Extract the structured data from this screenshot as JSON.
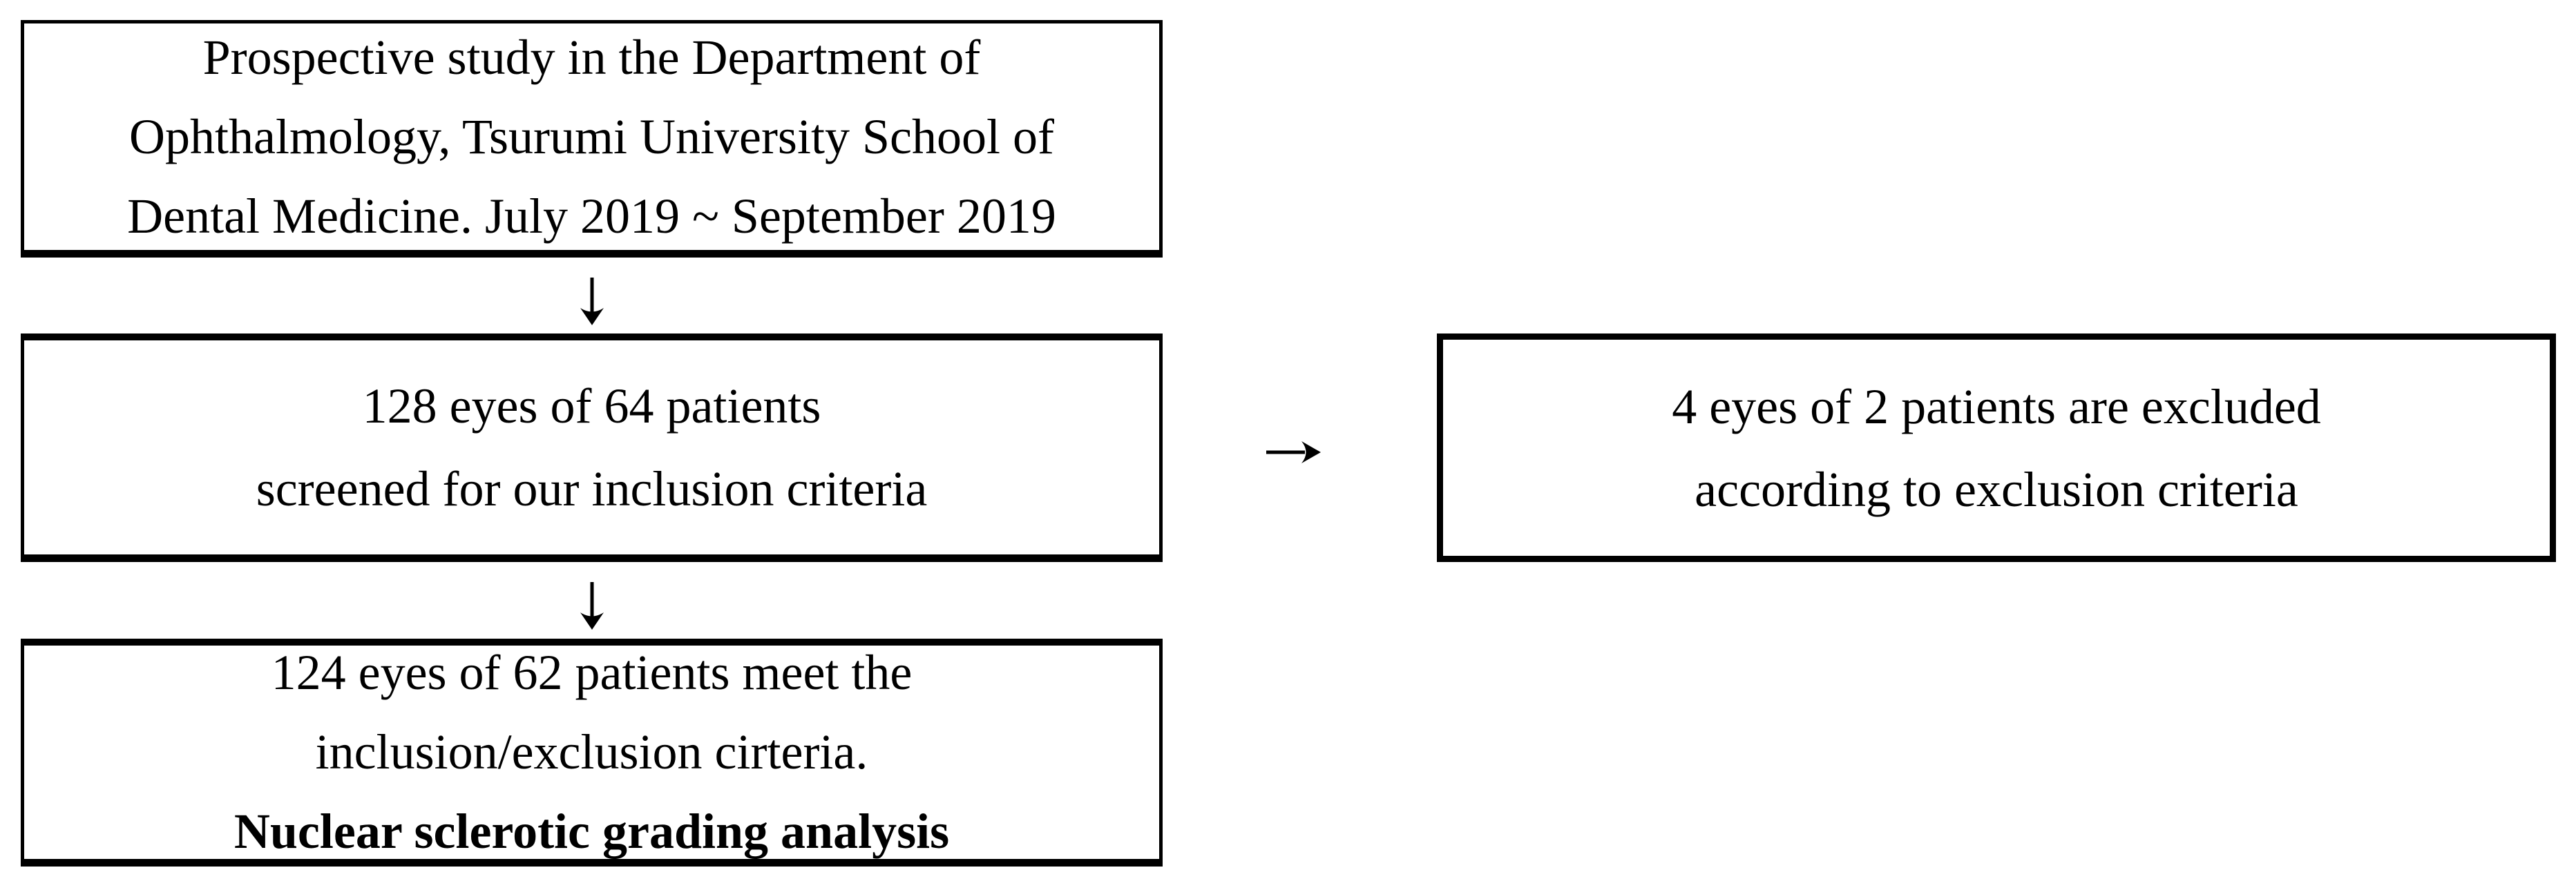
{
  "flowchart": {
    "colors": {
      "ink": "#000000",
      "paper": "#ffffff"
    },
    "boxes": {
      "study": {
        "lines": [
          "Prospective study in the Department of",
          "Ophthalmology, Tsurumi University School of",
          "Dental Medicine. July 2019 ~ September 2019"
        ]
      },
      "screened": {
        "lines": [
          "128 eyes of 64 patients",
          "screened for our inclusion criteria"
        ]
      },
      "excluded": {
        "lines": [
          "4 eyes of 2 patients are excluded",
          "according to exclusion criteria"
        ]
      },
      "outcome": {
        "lines": [
          "124 eyes of 62 patients meet the",
          "inclusion/exclusion cirteria.",
          "Nuclear sclerotic grading analysis"
        ]
      }
    }
  }
}
